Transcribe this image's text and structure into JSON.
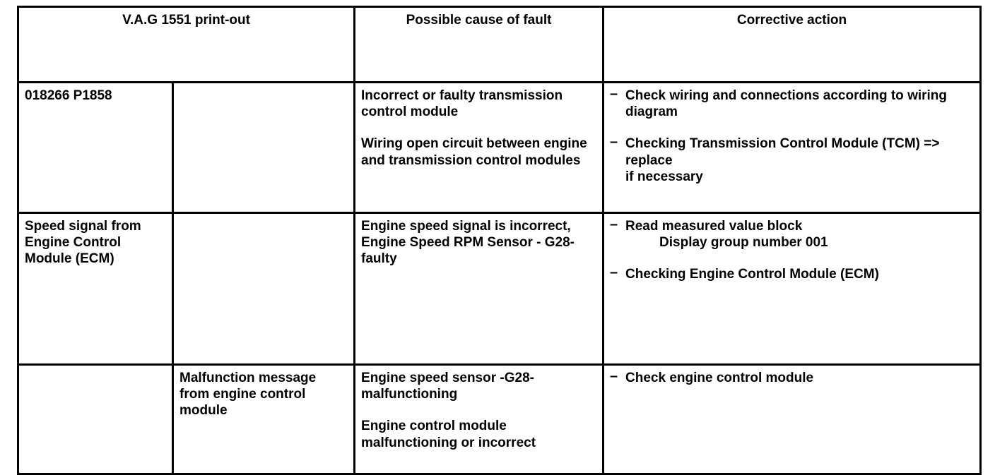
{
  "table": {
    "headers": [
      "V.A.G 1551 print-out",
      "Possible cause of fault",
      "Corrective action"
    ],
    "rows": [
      {
        "printout_code": "018266 P1858",
        "printout_message": "",
        "causes": [
          "Incorrect or faulty transmission control module",
          "Wiring open circuit between engine and transmission control modules"
        ],
        "actions": [
          {
            "text": "Check wiring and connections according to wiring diagram",
            "indent": ""
          },
          {
            "text": "Checking Transmission Control Module (TCM) => replace\nif necessary",
            "indent": ""
          }
        ]
      },
      {
        "printout_code": "Speed signal from Engine Control Module (ECM)",
        "printout_message": "",
        "causes": [
          "Engine speed signal is incorrect, Engine Speed RPM Sensor - G28- faulty"
        ],
        "actions": [
          {
            "text": "Read measured value block",
            "indent": "Display group number 001"
          },
          {
            "text": "Checking Engine Control Module (ECM)",
            "indent": ""
          }
        ]
      },
      {
        "printout_code": "",
        "printout_message": "Malfunction message from engine control module",
        "causes": [
          "Engine speed sensor -G28- malfunctioning",
          "Engine control module malfunctioning or incorrect"
        ],
        "actions": [
          {
            "text": "Check engine control module",
            "indent": ""
          }
        ]
      }
    ],
    "bullet_glyph": "–"
  }
}
